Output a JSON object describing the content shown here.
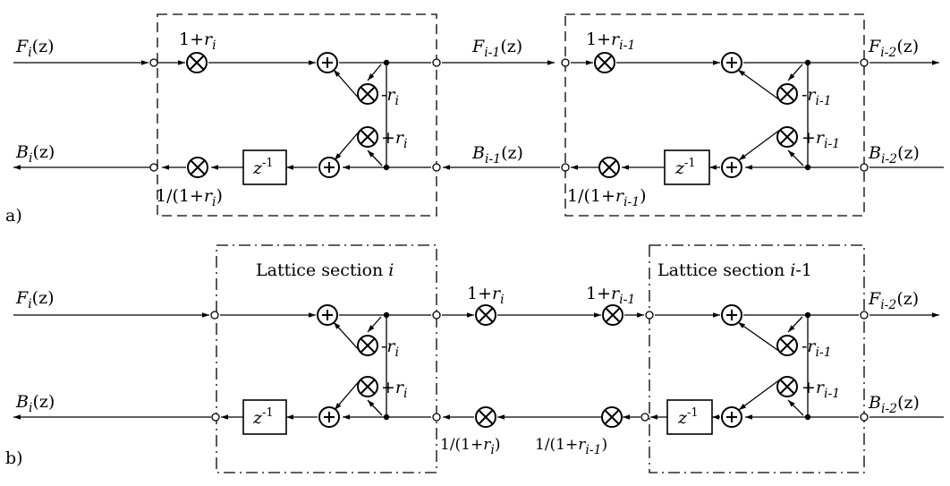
{
  "diagram": {
    "panel_a": {
      "panel_label": "a)",
      "in_top": {
        "main": "F",
        "sub": "i",
        "arg": "(z)"
      },
      "out_bottom": {
        "main": "B",
        "sub": "i",
        "arg": "(z)"
      },
      "mid_top": {
        "main": "F",
        "sub": "i-1",
        "arg": "(z)"
      },
      "mid_bottom": {
        "main": "B",
        "sub": "i-1",
        "arg": "(z)"
      },
      "out_top": {
        "main": "F",
        "sub": "i-2",
        "arg": "(z)"
      },
      "in_bottom": {
        "main": "B",
        "sub": "i-2",
        "arg": "(z)"
      },
      "sec1": {
        "gain_top": {
          "pre": "1+",
          "main": "r",
          "sub": "i"
        },
        "gain_bottom": {
          "pre": "1/(1+",
          "main": "r",
          "sub": "i",
          "post": ")"
        },
        "coef_minus": {
          "pre": "-",
          "main": "r",
          "sub": "i"
        },
        "coef_plus": {
          "pre": "+",
          "main": "r",
          "sub": "i"
        },
        "delay": {
          "main": "z",
          "sup": "-1"
        }
      },
      "sec2": {
        "gain_top": {
          "pre": "1+",
          "main": "r",
          "sub": "i-1"
        },
        "gain_bottom": {
          "pre": "1/(1+",
          "main": "r",
          "sub": "i-1",
          "post": ")"
        },
        "coef_minus": {
          "pre": "-",
          "main": "r",
          "sub": "i-1"
        },
        "coef_plus": {
          "pre": "+",
          "main": "r",
          "sub": "i-1"
        },
        "delay": {
          "main": "z",
          "sup": "-1"
        }
      }
    },
    "panel_b": {
      "panel_label": "b)",
      "in_top": {
        "main": "F",
        "sub": "i",
        "arg": "(z)"
      },
      "out_bottom": {
        "main": "B",
        "sub": "i",
        "arg": "(z)"
      },
      "out_top": {
        "main": "F",
        "sub": "i-2",
        "arg": "(z)"
      },
      "in_bottom": {
        "main": "B",
        "sub": "i-2",
        "arg": "(z)"
      },
      "section1_title": {
        "pre": "Lattice section ",
        "var": "i",
        "post": ""
      },
      "section2_title": {
        "pre": "Lattice section ",
        "var": "i",
        "post": "-1"
      },
      "mid_gain_top_1": {
        "pre": "1+",
        "main": "r",
        "sub": "i"
      },
      "mid_gain_top_2": {
        "pre": "1+",
        "main": "r",
        "sub": "i-1"
      },
      "mid_gain_bottom_1": {
        "pre": "1/(1+",
        "main": "r",
        "sub": "i",
        "post": ")"
      },
      "mid_gain_bottom_2": {
        "pre": "1/(1+",
        "main": "r",
        "sub": "i-1",
        "post": ")"
      },
      "sec1": {
        "coef_minus": {
          "pre": "-",
          "main": "r",
          "sub": "i"
        },
        "coef_plus": {
          "pre": "+",
          "main": "r",
          "sub": "i"
        },
        "delay": {
          "main": "z",
          "sup": "-1"
        }
      },
      "sec2": {
        "coef_minus": {
          "pre": "-",
          "main": "r",
          "sub": "i-1"
        },
        "coef_plus": {
          "pre": "+",
          "main": "r",
          "sub": "i-1"
        },
        "delay": {
          "main": "z",
          "sup": "-1"
        }
      }
    }
  }
}
